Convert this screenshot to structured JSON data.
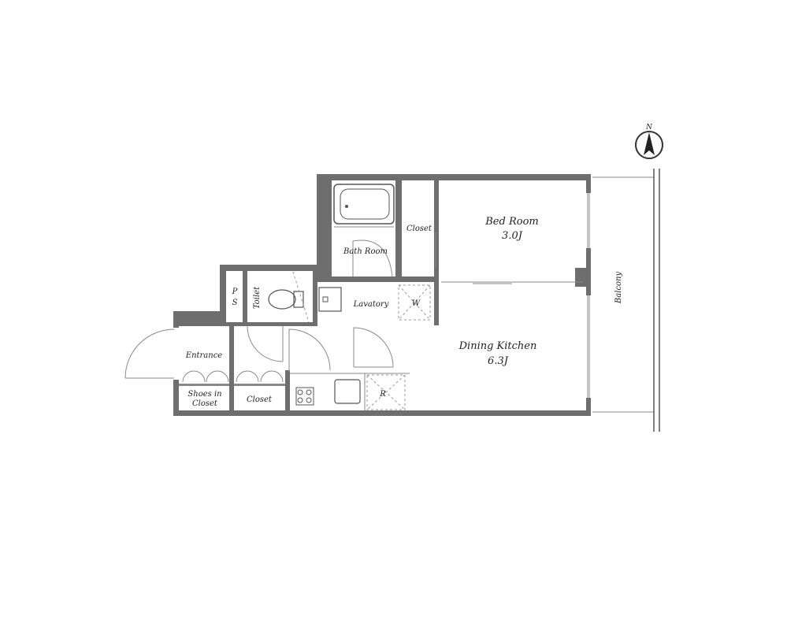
{
  "compass": {
    "north_label": "N"
  },
  "rooms": {
    "bedroom": {
      "name": "Bed Room",
      "size": "3.0J"
    },
    "dining_kitchen": {
      "name": "Dining Kitchen",
      "size": "6.3J"
    },
    "bath_room": {
      "name": "Bath Room"
    },
    "closet_upper": {
      "name": "Closet"
    },
    "closet_lower": {
      "name": "Closet"
    },
    "lavatory": {
      "name": "Lavatory"
    },
    "toilet": {
      "name": "Toilet"
    },
    "ps": {
      "line1": "P",
      "line2": "S"
    },
    "entrance": {
      "name": "Entrance"
    },
    "shoes_closet": {
      "line1": "Shoes in",
      "line2": "Closet"
    },
    "balcony": {
      "name": "Balcony"
    }
  },
  "appliances": {
    "washer": "W",
    "fridge": "R"
  }
}
